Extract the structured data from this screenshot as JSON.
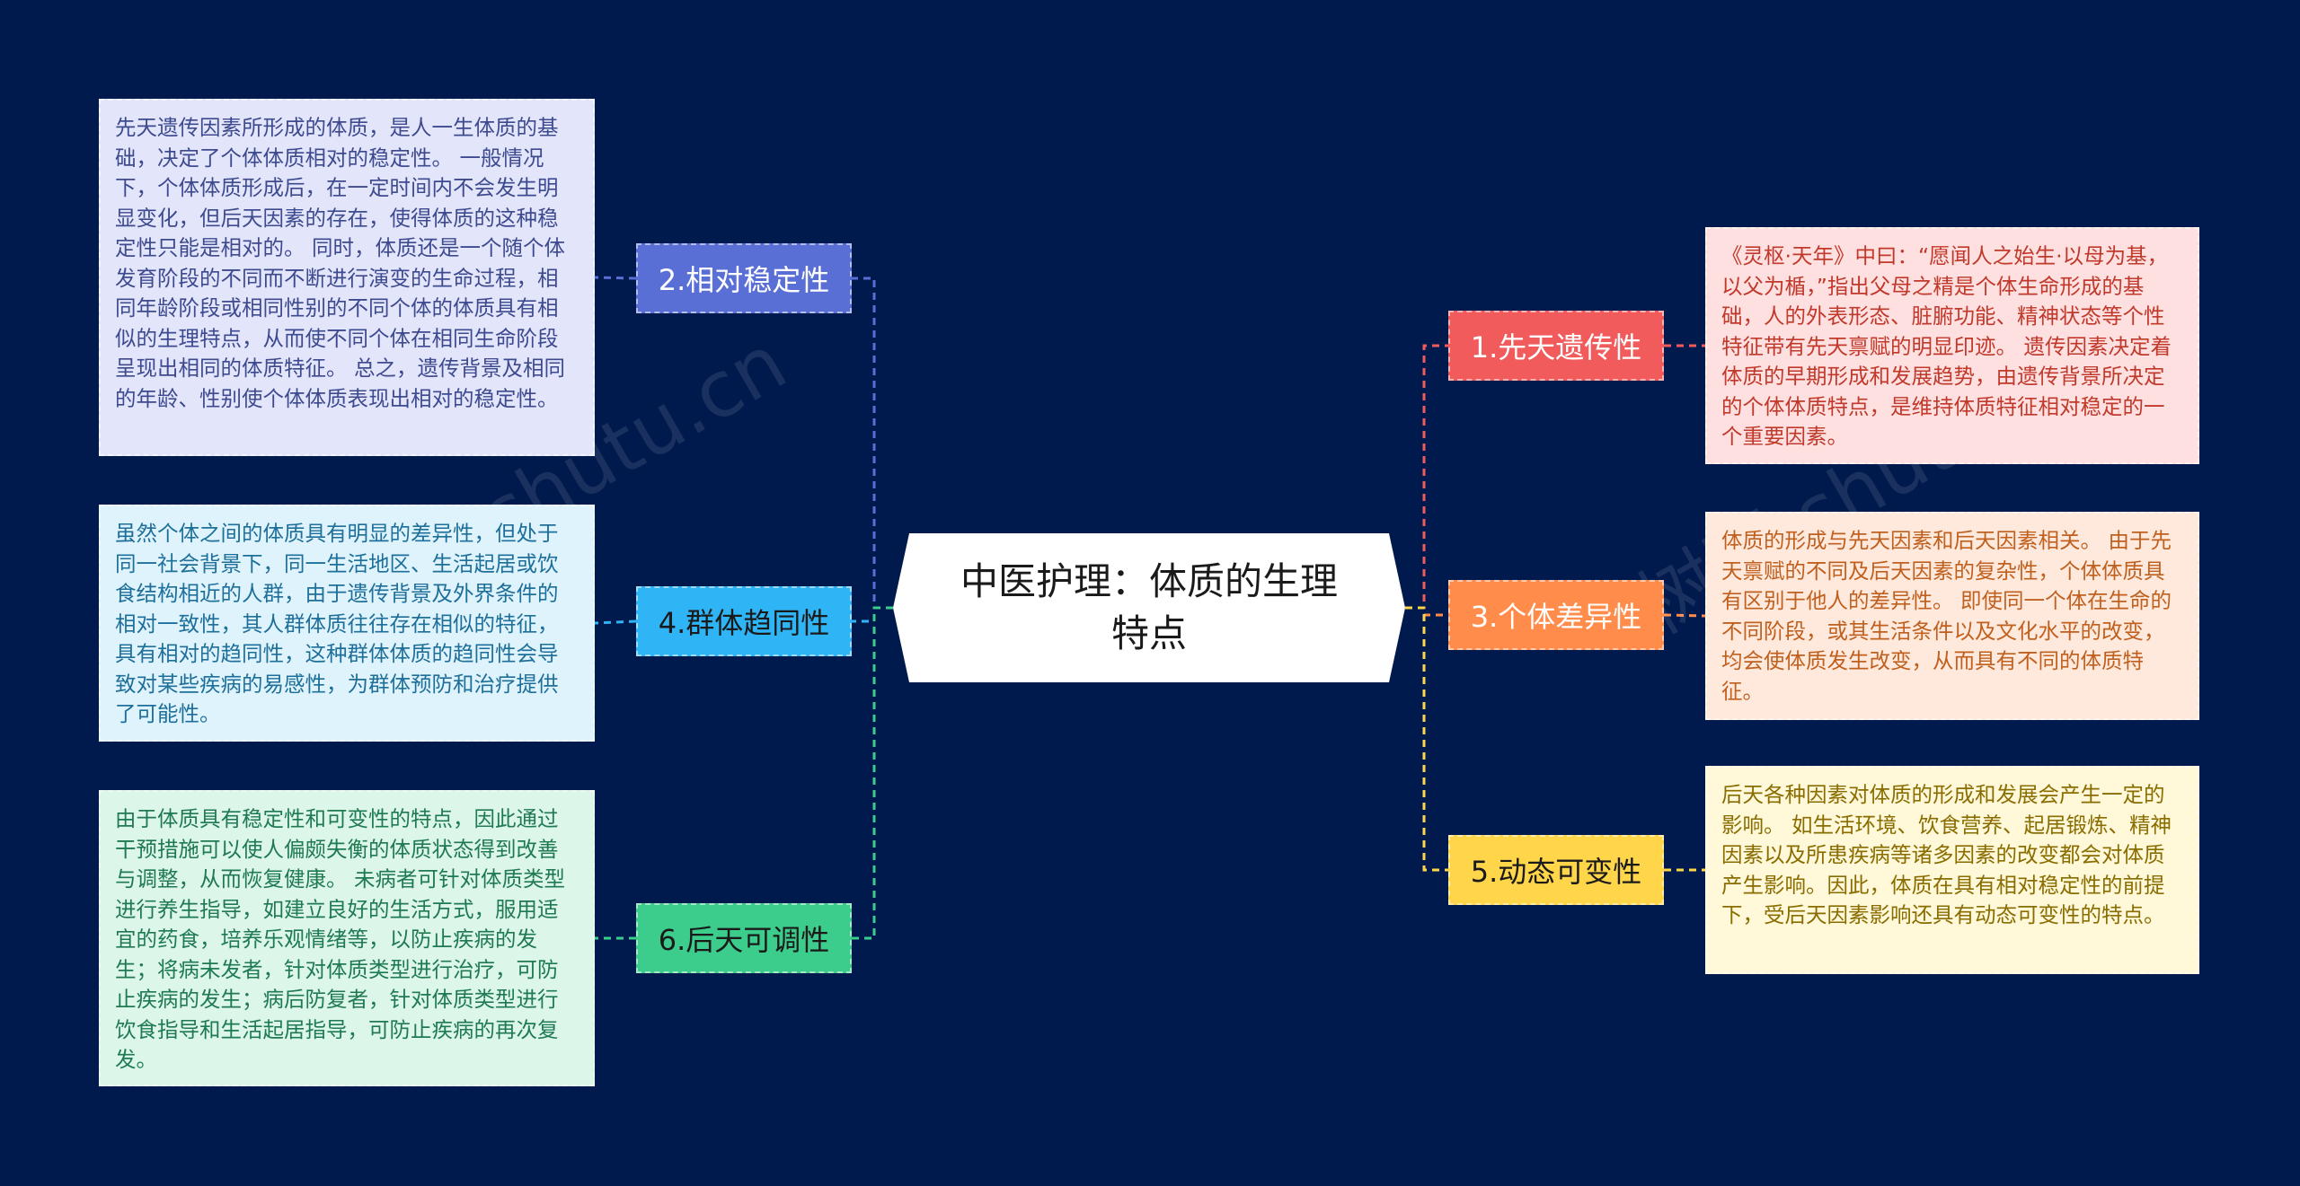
{
  "title": "中医护理：体质的生理特点",
  "watermark": "树图 shutu.cn",
  "colors": {
    "background": "#001a4d",
    "b1": "#f25b5b",
    "b2": "#5a6fd6",
    "b3": "#ff8c4b",
    "b4": "#2fb4f5",
    "b5": "#ffd54a",
    "b6": "#3ccd8c"
  },
  "branches": [
    {
      "id": "b1",
      "label": "1.先天遗传性",
      "text": "《灵枢·天年》中曰：“愿闻人之始生·以母为基，以父为楯，”指出父母之精是个体生命形成的基础，人的外表形态、脏腑功能、精神状态等个性特征带有先天禀赋的明显印迹。 遗传因素决定着体质的早期形成和发展趋势，由遗传背景所决定的个体体质特点，是维持体质特征相对稳定的一个重要因素。"
    },
    {
      "id": "b2",
      "label": "2.相对稳定性",
      "text": "先天遗传因素所形成的体质，是人一生体质的基础，决定了个体体质相对的稳定性。 一般情况下，个体体质形成后，在一定时间内不会发生明显变化，但后天因素的存在，使得体质的这种稳定性只能是相对的。 同时，体质还是一个随个体发育阶段的不同而不断进行演变的生命过程，相同年龄阶段或相同性别的不同个体的体质具有相似的生理特点，从而使不同个体在相同生命阶段呈现出相同的体质特征。 总之，遗传背景及相同的年龄、性别使个体体质表现出相对的稳定性。"
    },
    {
      "id": "b3",
      "label": "3.个体差异性",
      "text": "体质的形成与先天因素和后天因素相关。 由于先天禀赋的不同及后天因素的复杂性，个体体质具有区别于他人的差异性。 即使同一个体在生命的不同阶段，或其生活条件以及文化水平的改变，均会使体质发生改变，从而具有不同的体质特征。"
    },
    {
      "id": "b4",
      "label": "4.群体趋同性",
      "text": "虽然个体之间的体质具有明显的差异性，但处于同一社会背景下，同一生活地区、生活起居或饮食结构相近的人群，由于遗传背景及外界条件的相对一致性，其人群体质往往存在相似的特征，具有相对的趋同性，这种群体体质的趋同性会导致对某些疾病的易感性，为群体预防和治疗提供了可能性。"
    },
    {
      "id": "b5",
      "label": "5.动态可变性",
      "text": "后天各种因素对体质的形成和发展会产生一定的影响。 如生活环境、饮食营养、起居锻炼、精神因素以及所患疾病等诸多因素的改变都会对体质产生影响。因此，体质在具有相对稳定性的前提下，受后天因素影响还具有动态可变性的特点。"
    },
    {
      "id": "b6",
      "label": "6.后天可调性",
      "text": "由于体质具有稳定性和可变性的特点，因此通过干预措施可以使人偏颇失衡的体质状态得到改善与调整，从而恢复健康。 未病者可针对体质类型进行养生指导，如建立良好的生活方式，服用适宜的药食，培养乐观情绪等，以防止疾病的发生；将病未发者，针对体质类型进行治疗，可防止疾病的发生；病后防复者，针对体质类型进行饮食指导和生活起居指导，可防止疾病的再次复发。"
    }
  ]
}
